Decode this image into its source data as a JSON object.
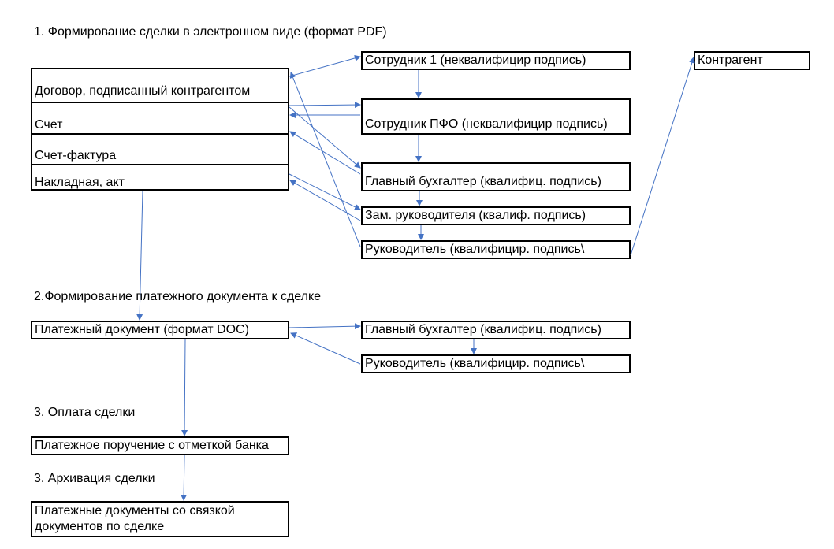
{
  "sections": {
    "s1_title": "1. Формирование сделки в электронном виде (формат PDF)",
    "s2_title": "2.Формирование платежного документа  к сделке",
    "s3_title": "3. Оплата сделки",
    "s4_title": "3. Архивация сделки"
  },
  "documents": {
    "contract": "Договор, подписанный контрагентом",
    "invoice": "Счет",
    "vat_invoice": "Счет-фактура",
    "waybill": "Накладная, акт"
  },
  "signers": {
    "employee1": "Сотрудник 1 (неквалифицир подпись)",
    "employee_pfo": "Сотрудник ПФО (неквалифицир подпись)",
    "chief_accountant": "Главный бухгалтер (квалифиц. подпись)",
    "deputy_head": "Зам. руководителя (квалиф. подпись)",
    "head": "Руководитель (квалифицир. подпись\\",
    "counterparty": "Контрагент"
  },
  "payment": {
    "payment_doc": "Платежный документ (формат DOC)",
    "chief_accountant": "Главный бухгалтер (квалифиц. подпись)",
    "head": "Руководитель (квалифицир. подпись\\"
  },
  "payment_order": "Платежное поручение с отметкой банка",
  "archive": {
    "line1": "Платежные документы со связкой",
    "line2": "документов по сделке"
  },
  "colors": {
    "arrow": "#4472c4",
    "border": "#000000"
  }
}
